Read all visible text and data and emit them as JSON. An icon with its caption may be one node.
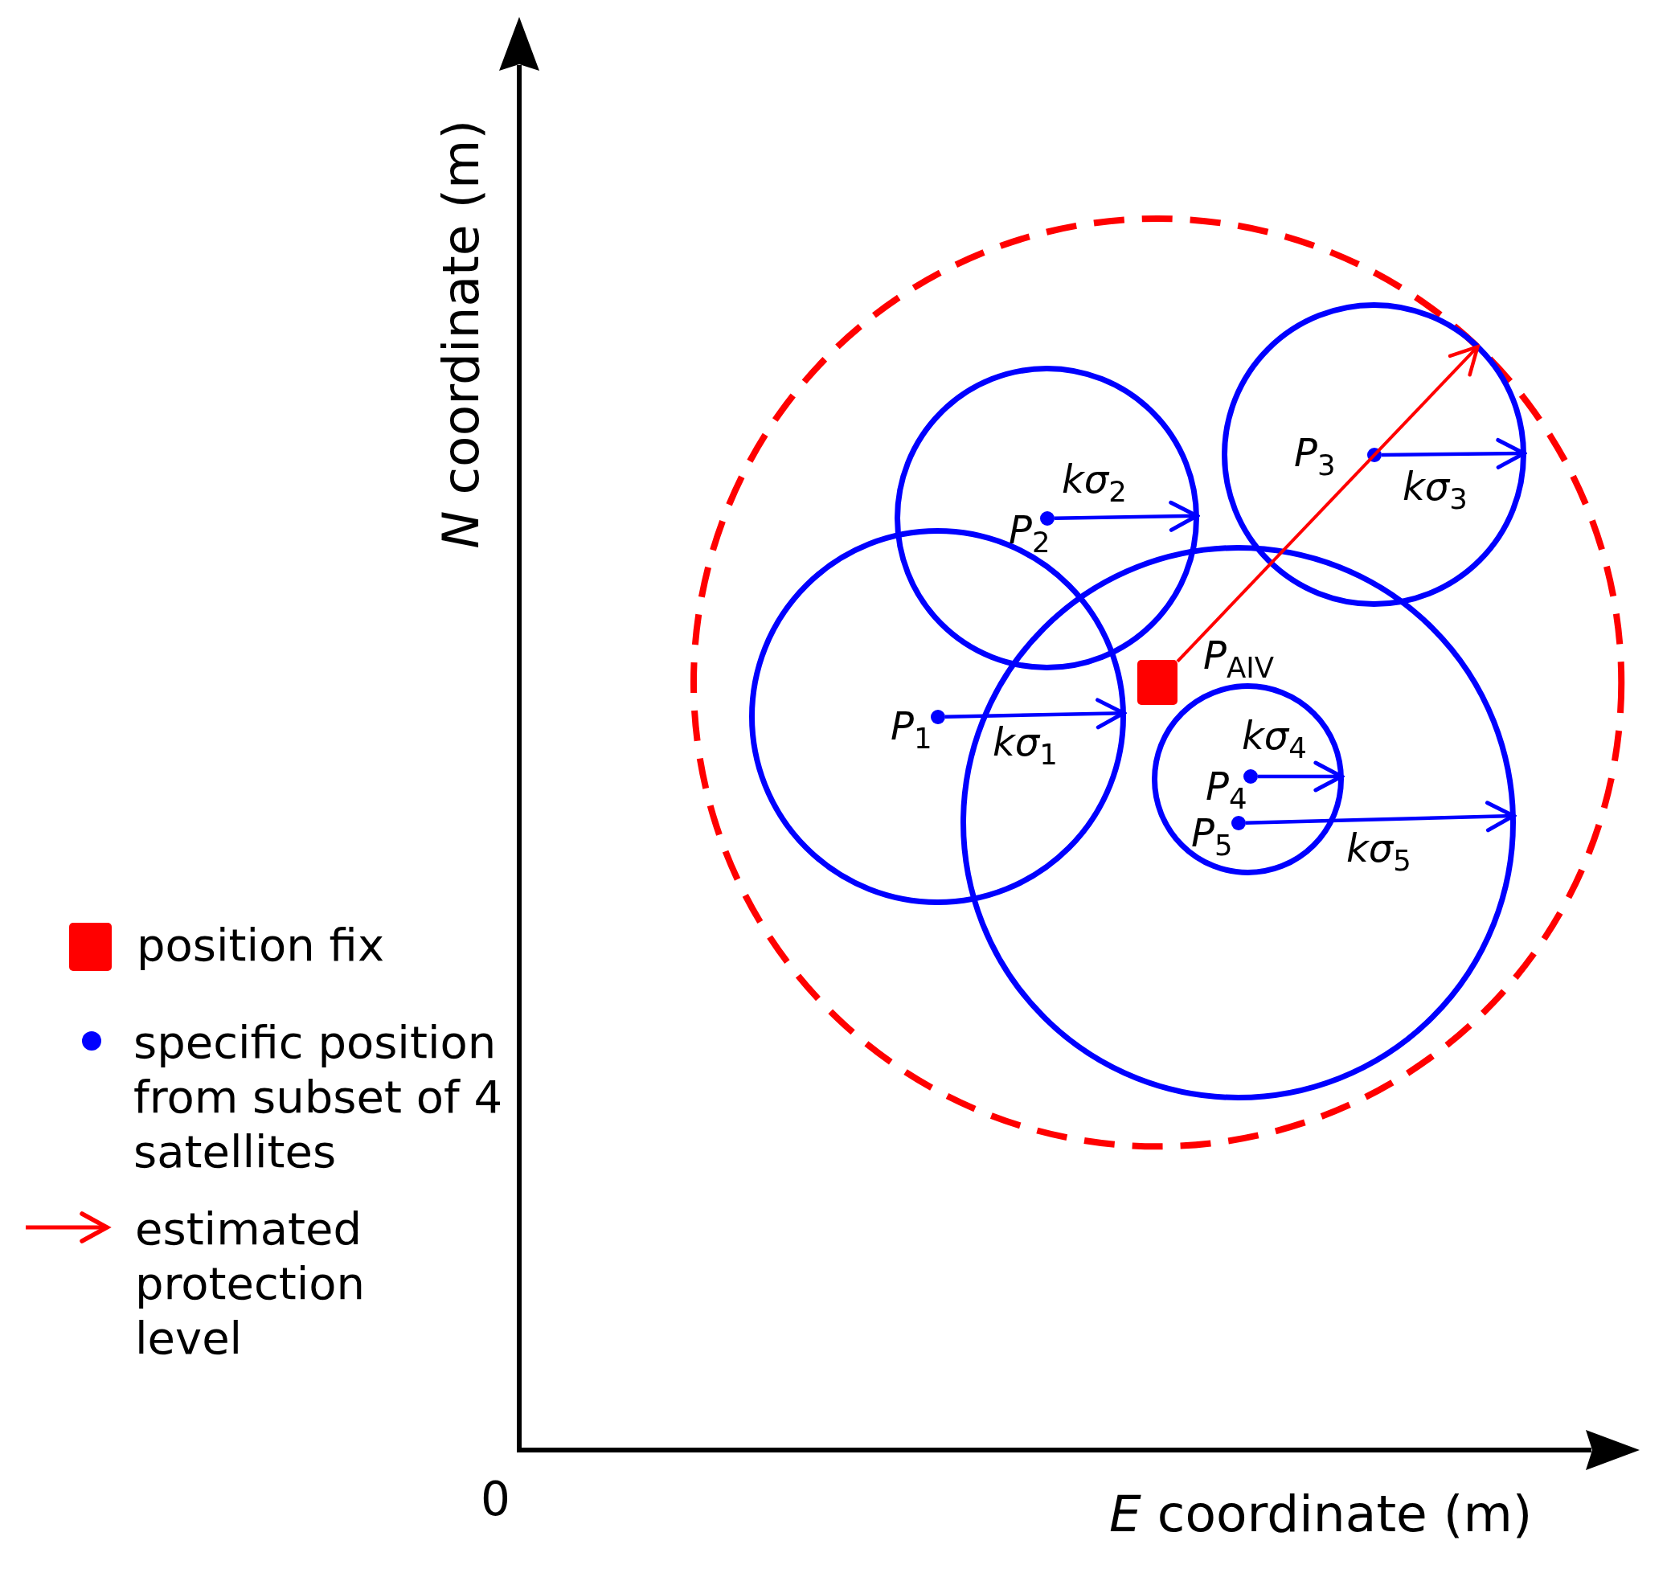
{
  "diagram": {
    "nodes": [
      {
        "text": [],
        "shape": "circle"
      },
      {
        "text": [],
        "shape": "circle",
        "in": 0
      },
      {
        "text": [],
        "shape": "circle",
        "in": 0
      },
      {
        "text": [],
        "shape": "circle",
        "in": 0
      },
      {
        "text": [],
        "shape": "circle",
        "in": 3
      },
      {
        "text": [],
        "shape": "circle",
        "in": 0
      },
      {
        "text": [],
        "shape": "dot",
        "in": 1,
        "beside": [
          "*P*$_{1}$"
        ]
      },
      {
        "text": [],
        "shape": "dot",
        "in": 2,
        "beside": [
          "*P*$_{2}$"
        ]
      },
      {
        "text": [],
        "shape": "dot",
        "in": 5,
        "beside": [
          "*P*$_{3}$"
        ]
      },
      {
        "text": [],
        "shape": "dot",
        "in": 4,
        "beside": [
          "*P*$_{4}$"
        ]
      },
      {
        "text": [],
        "shape": "dot",
        "in": 4,
        "beside": [
          "*P*$_{5}$"
        ]
      },
      {
        "text": [],
        "shape": "square",
        "in": 3,
        "beside": [
          "*P*$_{AIV}$"
        ]
      }
    ],
    "edges": [
      {
        "from": 6,
        "to": 1,
        "arrow": "to",
        "label": "*kσ*$_{1}$"
      },
      {
        "from": 7,
        "to": 2,
        "arrow": "to",
        "label": "*kσ*$_{2}$"
      },
      {
        "from": 8,
        "to": 5,
        "arrow": "to",
        "label": "*kσ*$_{3}$"
      },
      {
        "from": 9,
        "to": 4,
        "arrow": "to",
        "label": "*kσ*$_{4}$"
      },
      {
        "from": 10,
        "to": 3,
        "arrow": "to",
        "label": "*kσ*$_{5}$"
      },
      {
        "from": 11,
        "to": 0,
        "arrow": "to",
        "color": "#ff0000"
      }
    ],
    "labels": [
      "*N* coordinate (m)",
      "0",
      "*E* coordinate (m)"
    ],
    "legend": [
      {
        "text": "position fix",
        "color": "#ff0000"
      },
      {
        "text": "specific position from subset of 4 satellites",
        "color": "#0000ff"
      },
      {
        "text": "estimated protection level"
      }
    ]
  }
}
